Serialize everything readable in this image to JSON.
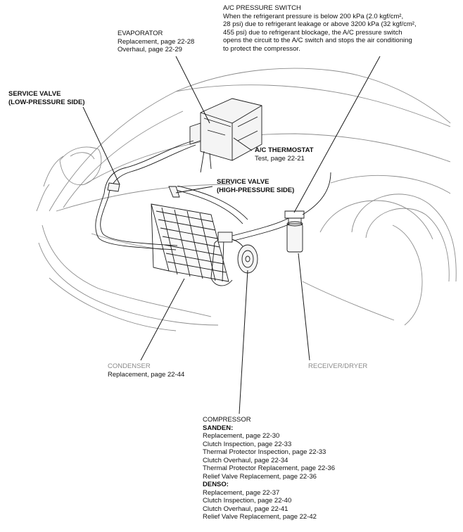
{
  "ac_pressure_switch": {
    "title": "A/C PRESSURE SWITCH",
    "lines": [
      "When the refrigerant pressure is below 200 kPa (2.0 kgf/cm²,",
      "28 psi) due to refrigerant leakage or above 3200 kPa (32 kgf/cm²,",
      "455 psi) due to refrigerant blockage, the A/C pressure switch",
      "opens the circuit to the A/C switch and stops the air conditioning",
      "to protect the compressor."
    ]
  },
  "evaporator": {
    "title": "EVAPORATOR",
    "lines": [
      "Replacement, page 22-28",
      "Overhaul, page 22-29"
    ]
  },
  "service_valve_low": {
    "lines": [
      "SERVICE VALVE",
      "(LOW-PRESSURE SIDE)"
    ]
  },
  "ac_thermostat": {
    "title": "A/C THERMOSTAT",
    "lines": [
      "Test, page 22-21"
    ]
  },
  "service_valve_high": {
    "lines": [
      "SERVICE VALVE",
      "(HIGH-PRESSURE SIDE)"
    ]
  },
  "condenser": {
    "title": "CONDENSER",
    "lines": [
      "Replacement, page 22-44"
    ]
  },
  "receiver_dryer": {
    "title": "RECEIVER/DRYER"
  },
  "compressor": {
    "title": "COMPRESSOR",
    "sanden": {
      "heading": "SANDEN:",
      "lines": [
        "Replacement, page 22-30",
        "Clutch Inspection, page 22-33",
        "Thermal Protector Inspection, page 22-33",
        "Clutch Overhaul, page 22-34",
        "Thermal Protector Replacement, page 22-36",
        "Relief Valve Replacement, page 22-36"
      ]
    },
    "denso": {
      "heading": "DENSO:",
      "lines": [
        "Replacement, page 22-37",
        "Clutch Inspection, page 22-40",
        "Clutch Overhaul, page 22-41",
        "Relief Valve Replacement, page 22-42"
      ]
    }
  }
}
